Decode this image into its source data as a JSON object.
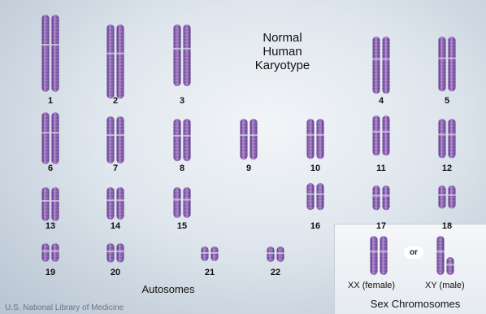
{
  "title": "Normal\nHuman\nKaryotype",
  "autosomes": [
    {
      "label": "1",
      "row": 1,
      "size": 1.0
    },
    {
      "label": "2",
      "row": 1,
      "size": 0.96
    },
    {
      "label": "3",
      "row": 1,
      "size": 0.8
    },
    {
      "label": "4",
      "row": 1,
      "size": 0.74
    },
    {
      "label": "5",
      "row": 1,
      "size": 0.71
    },
    {
      "label": "6",
      "row": 2,
      "size": 0.67
    },
    {
      "label": "7",
      "row": 2,
      "size": 0.61
    },
    {
      "label": "8",
      "row": 2,
      "size": 0.55
    },
    {
      "label": "9",
      "row": 2,
      "size": 0.53
    },
    {
      "label": "10",
      "row": 2,
      "size": 0.52
    },
    {
      "label": "11",
      "row": 2,
      "size": 0.52
    },
    {
      "label": "12",
      "row": 2,
      "size": 0.51
    },
    {
      "label": "13",
      "row": 3,
      "size": 0.44
    },
    {
      "label": "14",
      "row": 3,
      "size": 0.42
    },
    {
      "label": "15",
      "row": 3,
      "size": 0.4
    },
    {
      "label": "16",
      "row": 3,
      "size": 0.35
    },
    {
      "label": "17",
      "row": 3,
      "size": 0.32
    },
    {
      "label": "18",
      "row": 3,
      "size": 0.3
    },
    {
      "label": "19",
      "row": 4,
      "size": 0.24
    },
    {
      "label": "20",
      "row": 4,
      "size": 0.25
    },
    {
      "label": "21",
      "row": 4,
      "size": 0.19
    },
    {
      "label": "22",
      "row": 4,
      "size": 0.2
    }
  ],
  "sex_chromosomes": {
    "title": "Sex Chromosomes",
    "or_label": "or",
    "female_label": "XX (female)",
    "male_label": "XY (male)"
  },
  "autosomes_label": "Autosomes",
  "credit": "U.S. National Library of Medicine",
  "colors": {
    "chromosome_light": "#b08ad0",
    "chromosome_mid": "#8a5cb4",
    "chromosome_dark": "#5d3688"
  }
}
